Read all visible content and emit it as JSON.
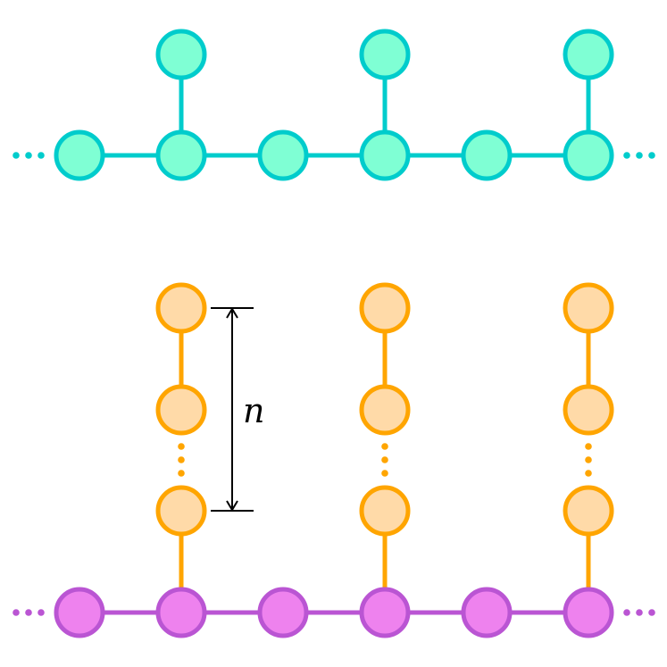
{
  "colors": {
    "teal_fill": "#7FFFD4",
    "teal_stroke": "#00CCCC",
    "orange_fill": "#FFDAA8",
    "orange_stroke": "#FFA500",
    "magenta_fill": "#EE82EE",
    "magenta_stroke": "#BA55D3",
    "annotation": "#000000"
  },
  "top_graph": {
    "backbone_nodes": 6,
    "pendant_at": [
      1,
      3,
      5
    ],
    "ellipsis_left": true,
    "ellipsis_right": true
  },
  "bottom_graph": {
    "backbone_nodes": 6,
    "chains_at": [
      1,
      3,
      5
    ],
    "chain_nodes_shown": 3,
    "chain_ellipsis": true,
    "ellipsis_left": true,
    "ellipsis_right": true
  },
  "annotation": {
    "label": "n"
  }
}
